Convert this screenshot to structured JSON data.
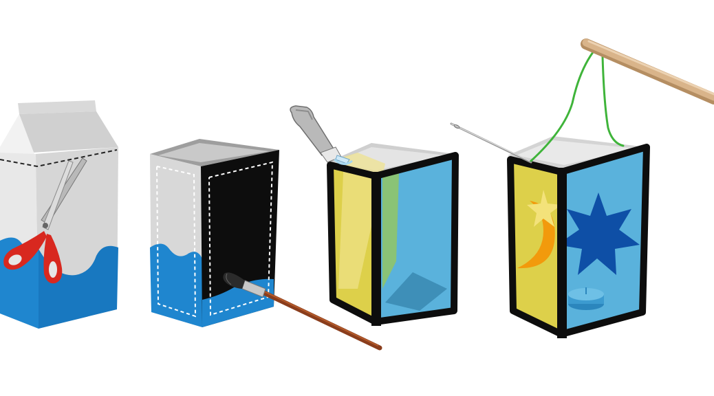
{
  "steps": [
    {
      "id": "step-1",
      "depicts": "milk-carton",
      "tools": [
        "scissors-icon"
      ]
    },
    {
      "id": "step-2",
      "depicts": "cut-carton-painted",
      "tools": [
        "paintbrush-icon"
      ]
    },
    {
      "id": "step-3",
      "depicts": "carton-frame-with-panels",
      "tools": [
        "glue-tube-icon"
      ]
    },
    {
      "id": "step-4",
      "depicts": "finished-lantern",
      "tools": [
        "needle-icon",
        "stick-icon",
        "string-icon",
        "candle-icon"
      ]
    }
  ],
  "colors": {
    "background": "#ffffff",
    "carton_white": "#e6e6e6",
    "carton_shade": "#bdbdbd",
    "paint_blue": "#1f86cf",
    "frame_black": "#0d0d0d",
    "panel_yellow": "#ddd04a",
    "panel_blue": "#5ab2dc",
    "panel_green": "#8fc46a",
    "star_blue": "#0e4fa6",
    "moon_orange": "#f29a0c",
    "scissors_red": "#d8281f",
    "brush_handle": "#8a3d1c",
    "stick_wood": "#d9b48a",
    "string_green": "#3fb43a"
  }
}
